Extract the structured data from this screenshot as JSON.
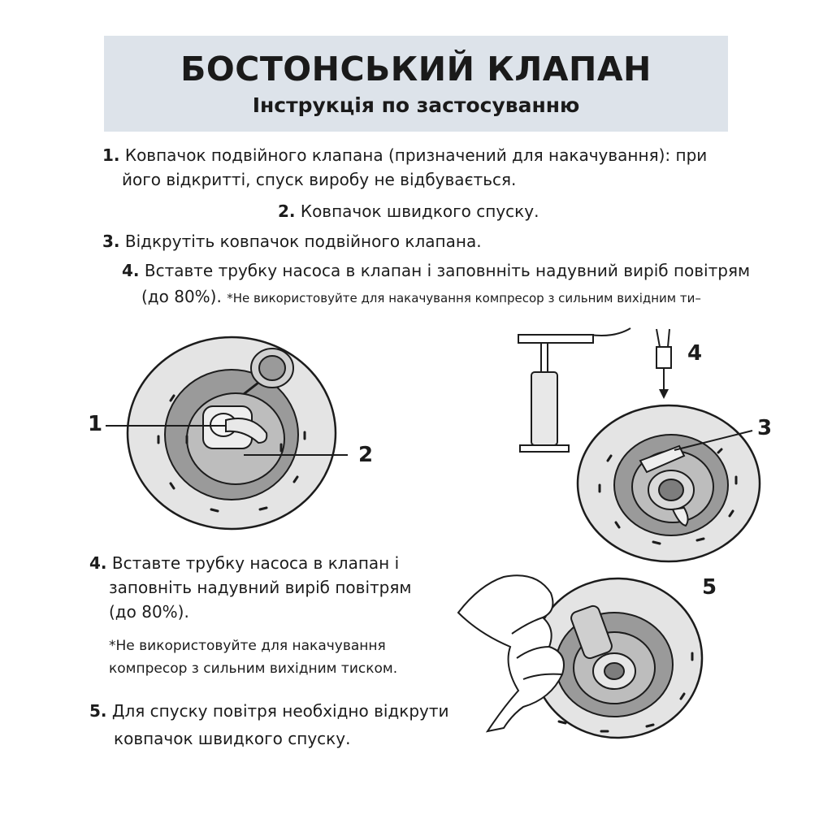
{
  "header": {
    "title": "БОСТОНСЬКИЙ КЛАПАН",
    "subtitle": "Інструкція по застосуванню"
  },
  "top_list": {
    "item1_num": "1.",
    "item1_line1": "Ковпачок подвійного клапана (призначений для накачування): при",
    "item1_line2": "його відкритті, спуск виробу не відбувається.",
    "item2_num": "2.",
    "item2_text": "Ковпачок швидкого спуску.",
    "item3_num": "3.",
    "item3_text": "Відкрутіть ковпачок подвійного клапана.",
    "item4_num": "4.",
    "item4_line1": "Вставте трубку насоса в клапан і заповнніть надувний виріб повітрям",
    "item4_line2a": "(до 80%).",
    "item4_line2b": "*Не використовуйте для накачування компресор з сильним вихідним ти–"
  },
  "bottom_list": {
    "item4_num": "4.",
    "item4_line1": "Вставте трубку насоса в клапан і",
    "item4_line2": "заповніть надувний виріб повітрям",
    "item4_line3": "(до 80%).",
    "note_line1": "*Не використовуйте для накачування",
    "note_line2": "компресор з сильним вихідним тиском.",
    "item5_num": "5.",
    "item5_line1": "Для спуску повітря необхідно відкрути",
    "item5_line2": "ковпачок швидкого спуску."
  },
  "callouts": {
    "c1": "1",
    "c2": "2",
    "c3": "3",
    "c4": "4",
    "c5": "5"
  },
  "colors": {
    "header_bg": "#dde3ea",
    "disc_light": "#e4e4e4",
    "disc_mid": "#b9b9b9",
    "disc_dark": "#8a8a8a",
    "ink": "#1c1c1c"
  }
}
